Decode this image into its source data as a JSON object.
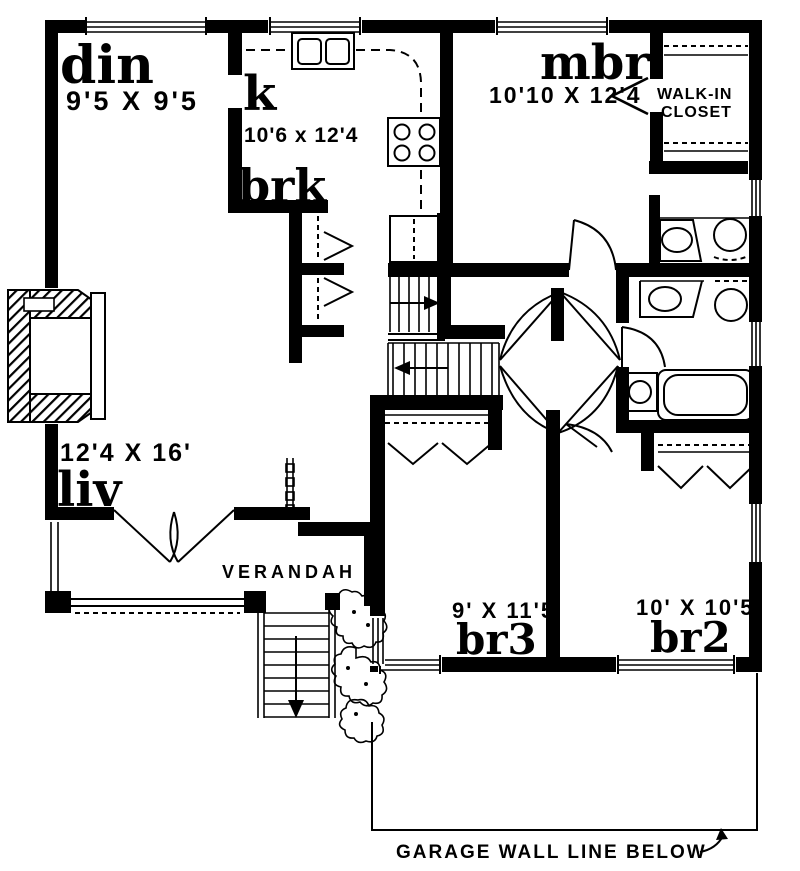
{
  "document": {
    "type": "house floor plan"
  },
  "colors": {
    "ink": "#000000",
    "paper": "#ffffff"
  },
  "rooms": {
    "din": {
      "label": "din",
      "dims": "9'5 X 9'5"
    },
    "kitchen": {
      "label": "k",
      "dims": "10'6 x 12'4"
    },
    "breakfast": {
      "label": "brk"
    },
    "master_bedroom": {
      "label": "mbr",
      "dims": "10'10 X 12'4"
    },
    "walk_in_closet": {
      "line1": "WALK-IN",
      "line2": "CLOSET"
    },
    "living": {
      "label": "liv",
      "dims": "12'4 X 16'"
    },
    "verandah": {
      "label": "VERANDAH"
    },
    "bedroom3": {
      "label": "br3",
      "dims": "9' X 11'5"
    },
    "bedroom2": {
      "label": "br2",
      "dims": "10' X 10'5"
    }
  },
  "annotations": {
    "garage_wall_note": "GARAGE WALL LINE BELOW"
  }
}
